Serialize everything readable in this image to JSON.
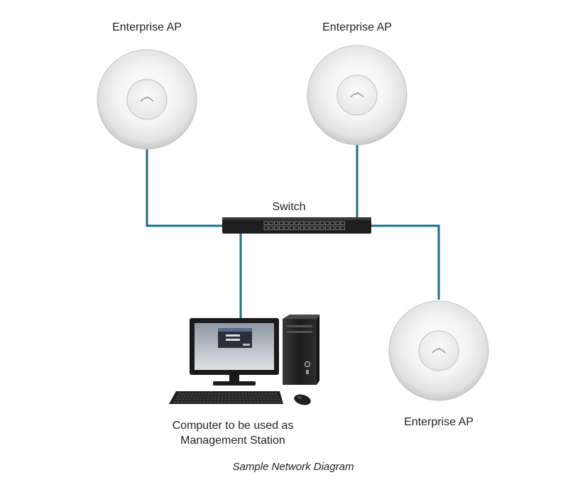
{
  "diagram": {
    "caption": "Sample Network Diagram",
    "nodes": {
      "ap_top_left": {
        "label": "Enterprise AP",
        "icon": "access-point-icon"
      },
      "ap_top_right": {
        "label": "Enterprise AP",
        "icon": "access-point-icon"
      },
      "ap_bottom_right": {
        "label": "Enterprise AP",
        "icon": "access-point-icon"
      },
      "switch": {
        "label": "Switch",
        "icon": "network-switch-icon"
      },
      "computer": {
        "label_line1": "Computer to be used as",
        "label_line2": "Management Station",
        "icon": "desktop-computer-icon"
      }
    },
    "edges": [
      {
        "from": "ap_top_left",
        "to": "switch"
      },
      {
        "from": "ap_top_right",
        "to": "switch"
      },
      {
        "from": "ap_bottom_right",
        "to": "switch"
      },
      {
        "from": "computer",
        "to": "switch"
      }
    ],
    "colors": {
      "cable": "#1d6f86",
      "device_dark": "#1e1e1e",
      "ap_body": "#f3f3f3",
      "text": "#231f20"
    }
  }
}
